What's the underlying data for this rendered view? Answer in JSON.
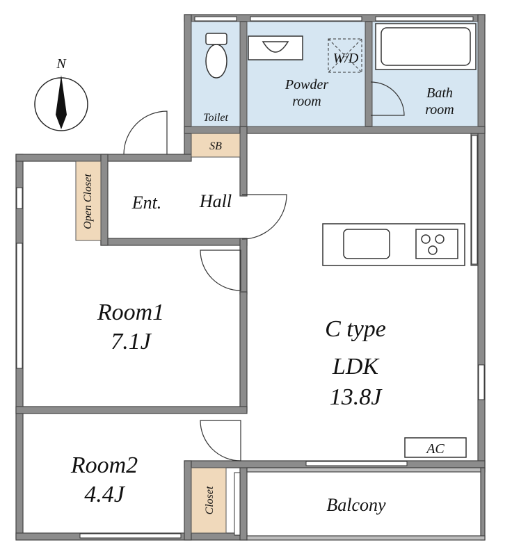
{
  "compass": {
    "north_label": "N"
  },
  "rooms": {
    "toilet": "Toilet",
    "powder_line1": "Powder",
    "powder_line2": "room",
    "wd": "W/D",
    "bath_line1": "Bath",
    "bath_line2": "room",
    "sb": "SB",
    "entrance": "Ent.",
    "hall": "Hall",
    "open_closet": "Open Closet",
    "room1_name": "Room1",
    "room1_size": "7.1J",
    "ldk_type": "C type",
    "ldk_name": "LDK",
    "ldk_size": "13.8J",
    "ac": "AC",
    "room2_name": "Room2",
    "room2_size": "4.4J",
    "closet": "Closet",
    "balcony": "Balcony"
  },
  "colors": {
    "wall": "#8c8c8c",
    "wall_outline": "#444444",
    "wet_area": "#d6e6f2",
    "storage": "#f0d9bb",
    "line": "#333333"
  }
}
